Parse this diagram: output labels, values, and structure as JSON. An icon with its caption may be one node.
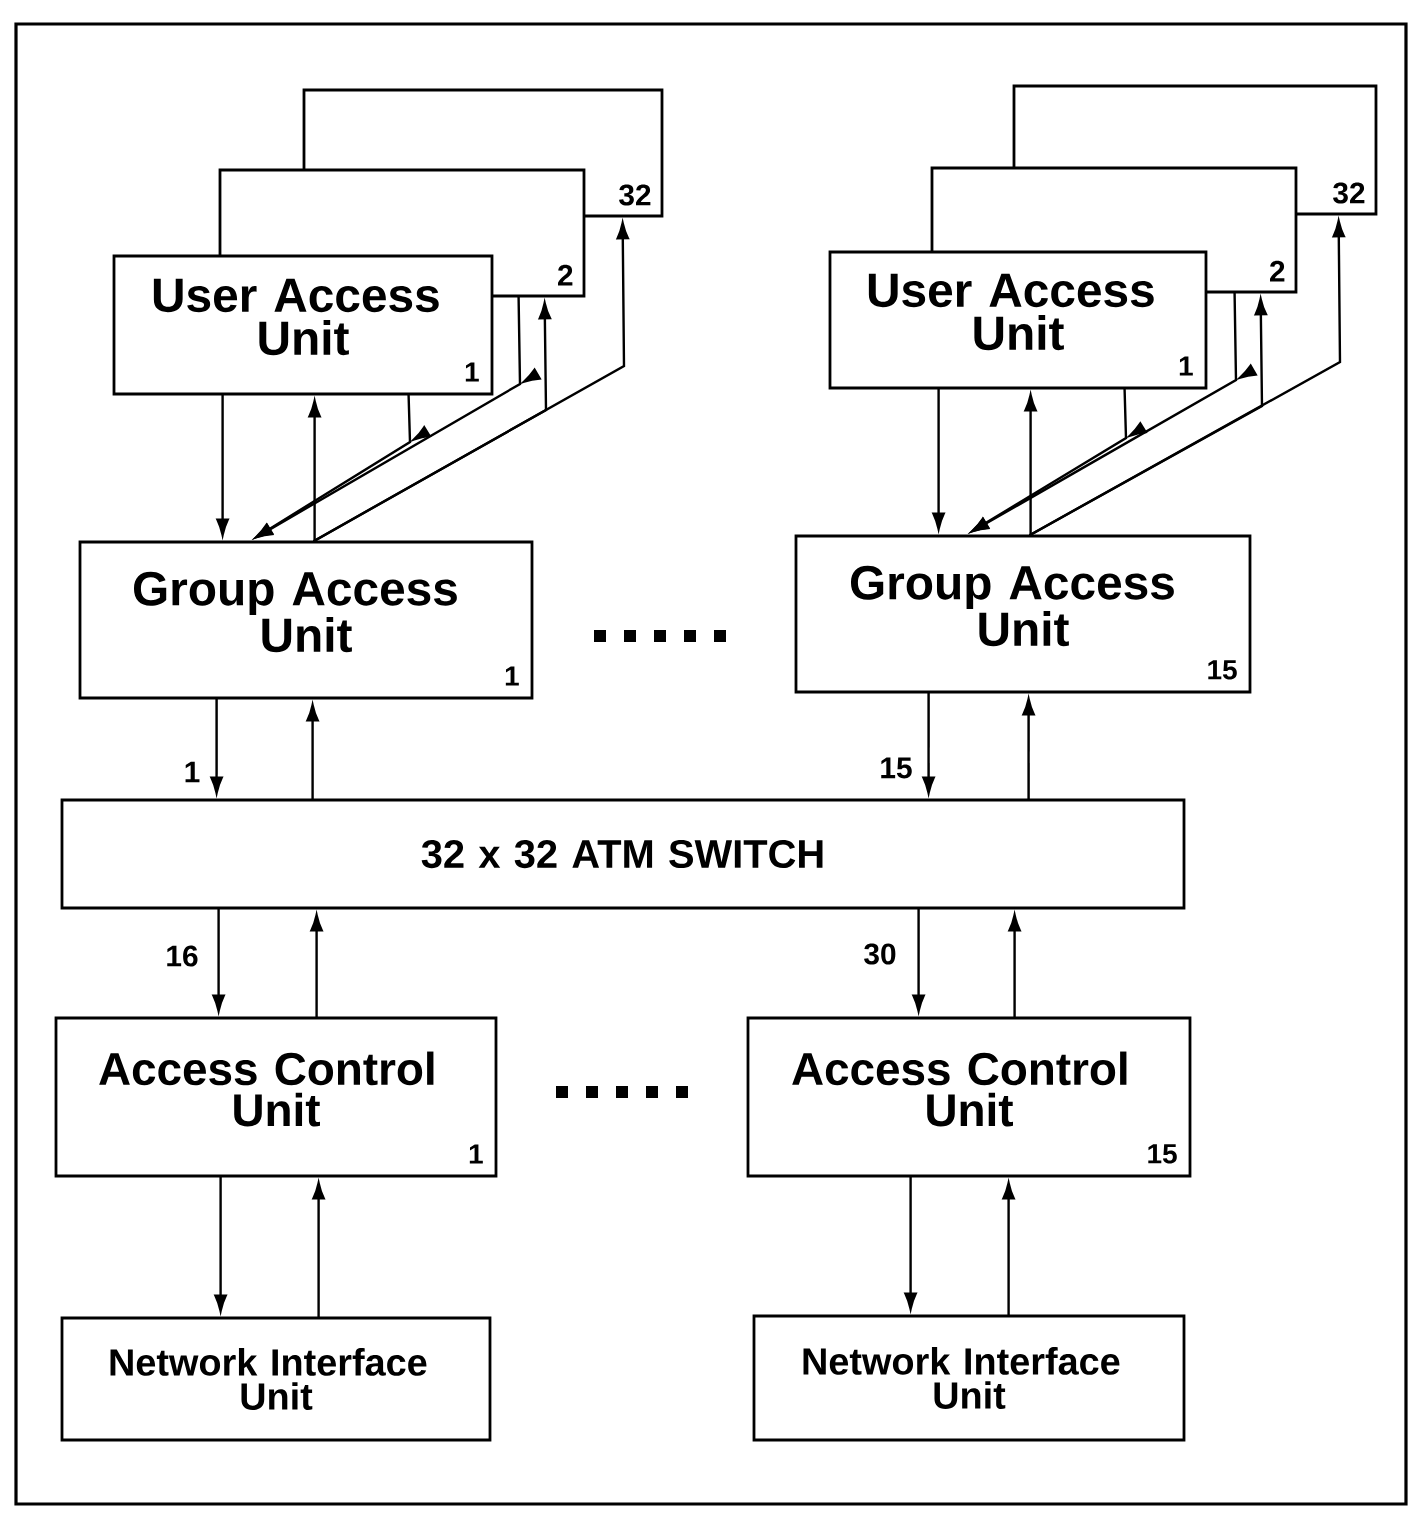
{
  "diagram": {
    "nodes": [
      {
        "text": [
          "32"
        ]
      },
      {
        "text": [
          "2"
        ]
      },
      {
        "text": [
          "User Access Unit",
          "1"
        ]
      },
      {
        "text": [
          "32"
        ]
      },
      {
        "text": [
          "2"
        ]
      },
      {
        "text": [
          "User Access Unit",
          "1"
        ]
      },
      {
        "text": [
          "Group Access Unit",
          "1"
        ]
      },
      {
        "text": [
          "Group Access Unit",
          "15"
        ]
      },
      {
        "text": [
          "32 x 32 ATM SWITCH"
        ]
      },
      {
        "text": [
          "Access Control Unit",
          "1"
        ]
      },
      {
        "text": [
          "Access Control Unit",
          "15"
        ]
      },
      {
        "text": [
          "Network Interface Unit"
        ]
      },
      {
        "text": [
          "Network Interface Unit"
        ]
      }
    ],
    "edges": [
      {
        "from": 2,
        "to": 6,
        "arrow": "to"
      },
      {
        "from": 6,
        "to": 2,
        "arrow": "to"
      },
      {
        "from": 1,
        "to": 6,
        "arrow": "to"
      },
      {
        "from": 2,
        "to": 6,
        "arrow": "to"
      },
      {
        "from": 6,
        "to": 1,
        "arrow": "to"
      },
      {
        "from": 6,
        "to": 0,
        "arrow": "to"
      },
      {
        "from": 5,
        "to": 7,
        "arrow": "to"
      },
      {
        "from": 7,
        "to": 5,
        "arrow": "to"
      },
      {
        "from": 4,
        "to": 7,
        "arrow": "to"
      },
      {
        "from": 5,
        "to": 7,
        "arrow": "to"
      },
      {
        "from": 7,
        "to": 4,
        "arrow": "to"
      },
      {
        "from": 7,
        "to": 3,
        "arrow": "to"
      },
      {
        "from": 6,
        "to": 8,
        "arrow": "to",
        "label": "1"
      },
      {
        "from": 8,
        "to": 6,
        "arrow": "to"
      },
      {
        "from": 7,
        "to": 8,
        "arrow": "to",
        "label": "15"
      },
      {
        "from": 8,
        "to": 7,
        "arrow": "to"
      },
      {
        "from": 8,
        "to": 9,
        "arrow": "to",
        "label": "16"
      },
      {
        "from": 9,
        "to": 8,
        "arrow": "to"
      },
      {
        "from": 8,
        "to": 10,
        "arrow": "to",
        "label": "30"
      },
      {
        "from": 10,
        "to": 8,
        "arrow": "to"
      },
      {
        "from": 9,
        "to": 11,
        "arrow": "to"
      },
      {
        "from": 11,
        "to": 9,
        "arrow": "to"
      },
      {
        "from": 10,
        "to": 12,
        "arrow": "to"
      },
      {
        "from": 12,
        "to": 10,
        "arrow": "to"
      }
    ]
  }
}
